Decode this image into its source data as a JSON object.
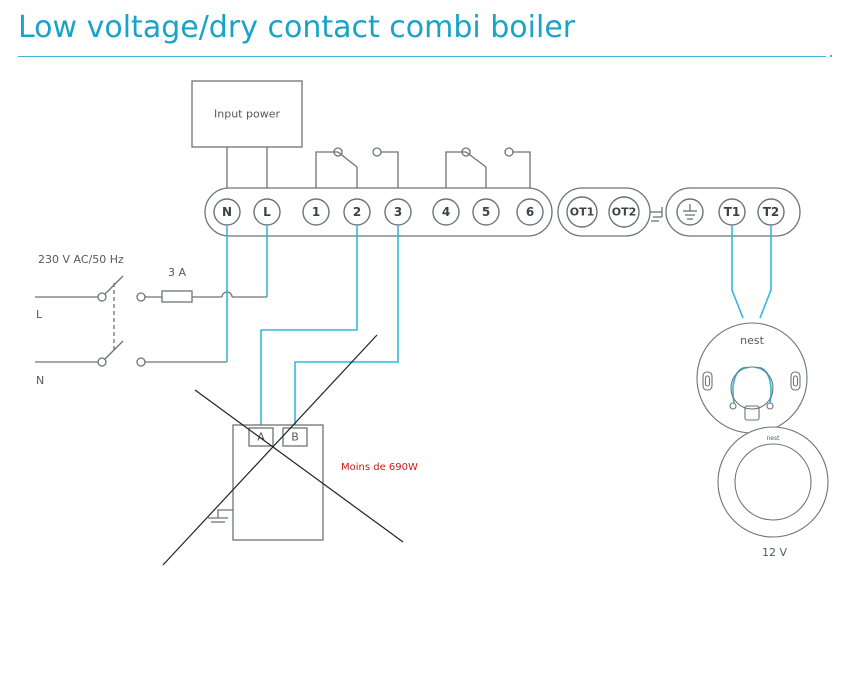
{
  "title": "Low voltage/dry contact combi boiler",
  "input_power_label": "Input power",
  "terminals": {
    "main": [
      "N",
      "L",
      "1",
      "2",
      "3",
      "4",
      "5",
      "6"
    ],
    "opentherm": [
      "OT1",
      "OT2"
    ],
    "thermostat": [
      "T1",
      "T2"
    ],
    "earth_icon": "earth-ground-icon"
  },
  "supply_label": "230 V AC/50 Hz",
  "fuse_label": "3 A",
  "line_label": "L",
  "neutral_label": "N",
  "relay_box": {
    "terminal_a": "A",
    "terminal_b": "B"
  },
  "annotation": "Moins de 690W",
  "device_logo": "nest",
  "device_logo_small": "nest",
  "device_voltage": "12 V",
  "colors": {
    "accent": "#1aa3c9",
    "wire": "#35b8d8",
    "annotation": "#d01818"
  }
}
